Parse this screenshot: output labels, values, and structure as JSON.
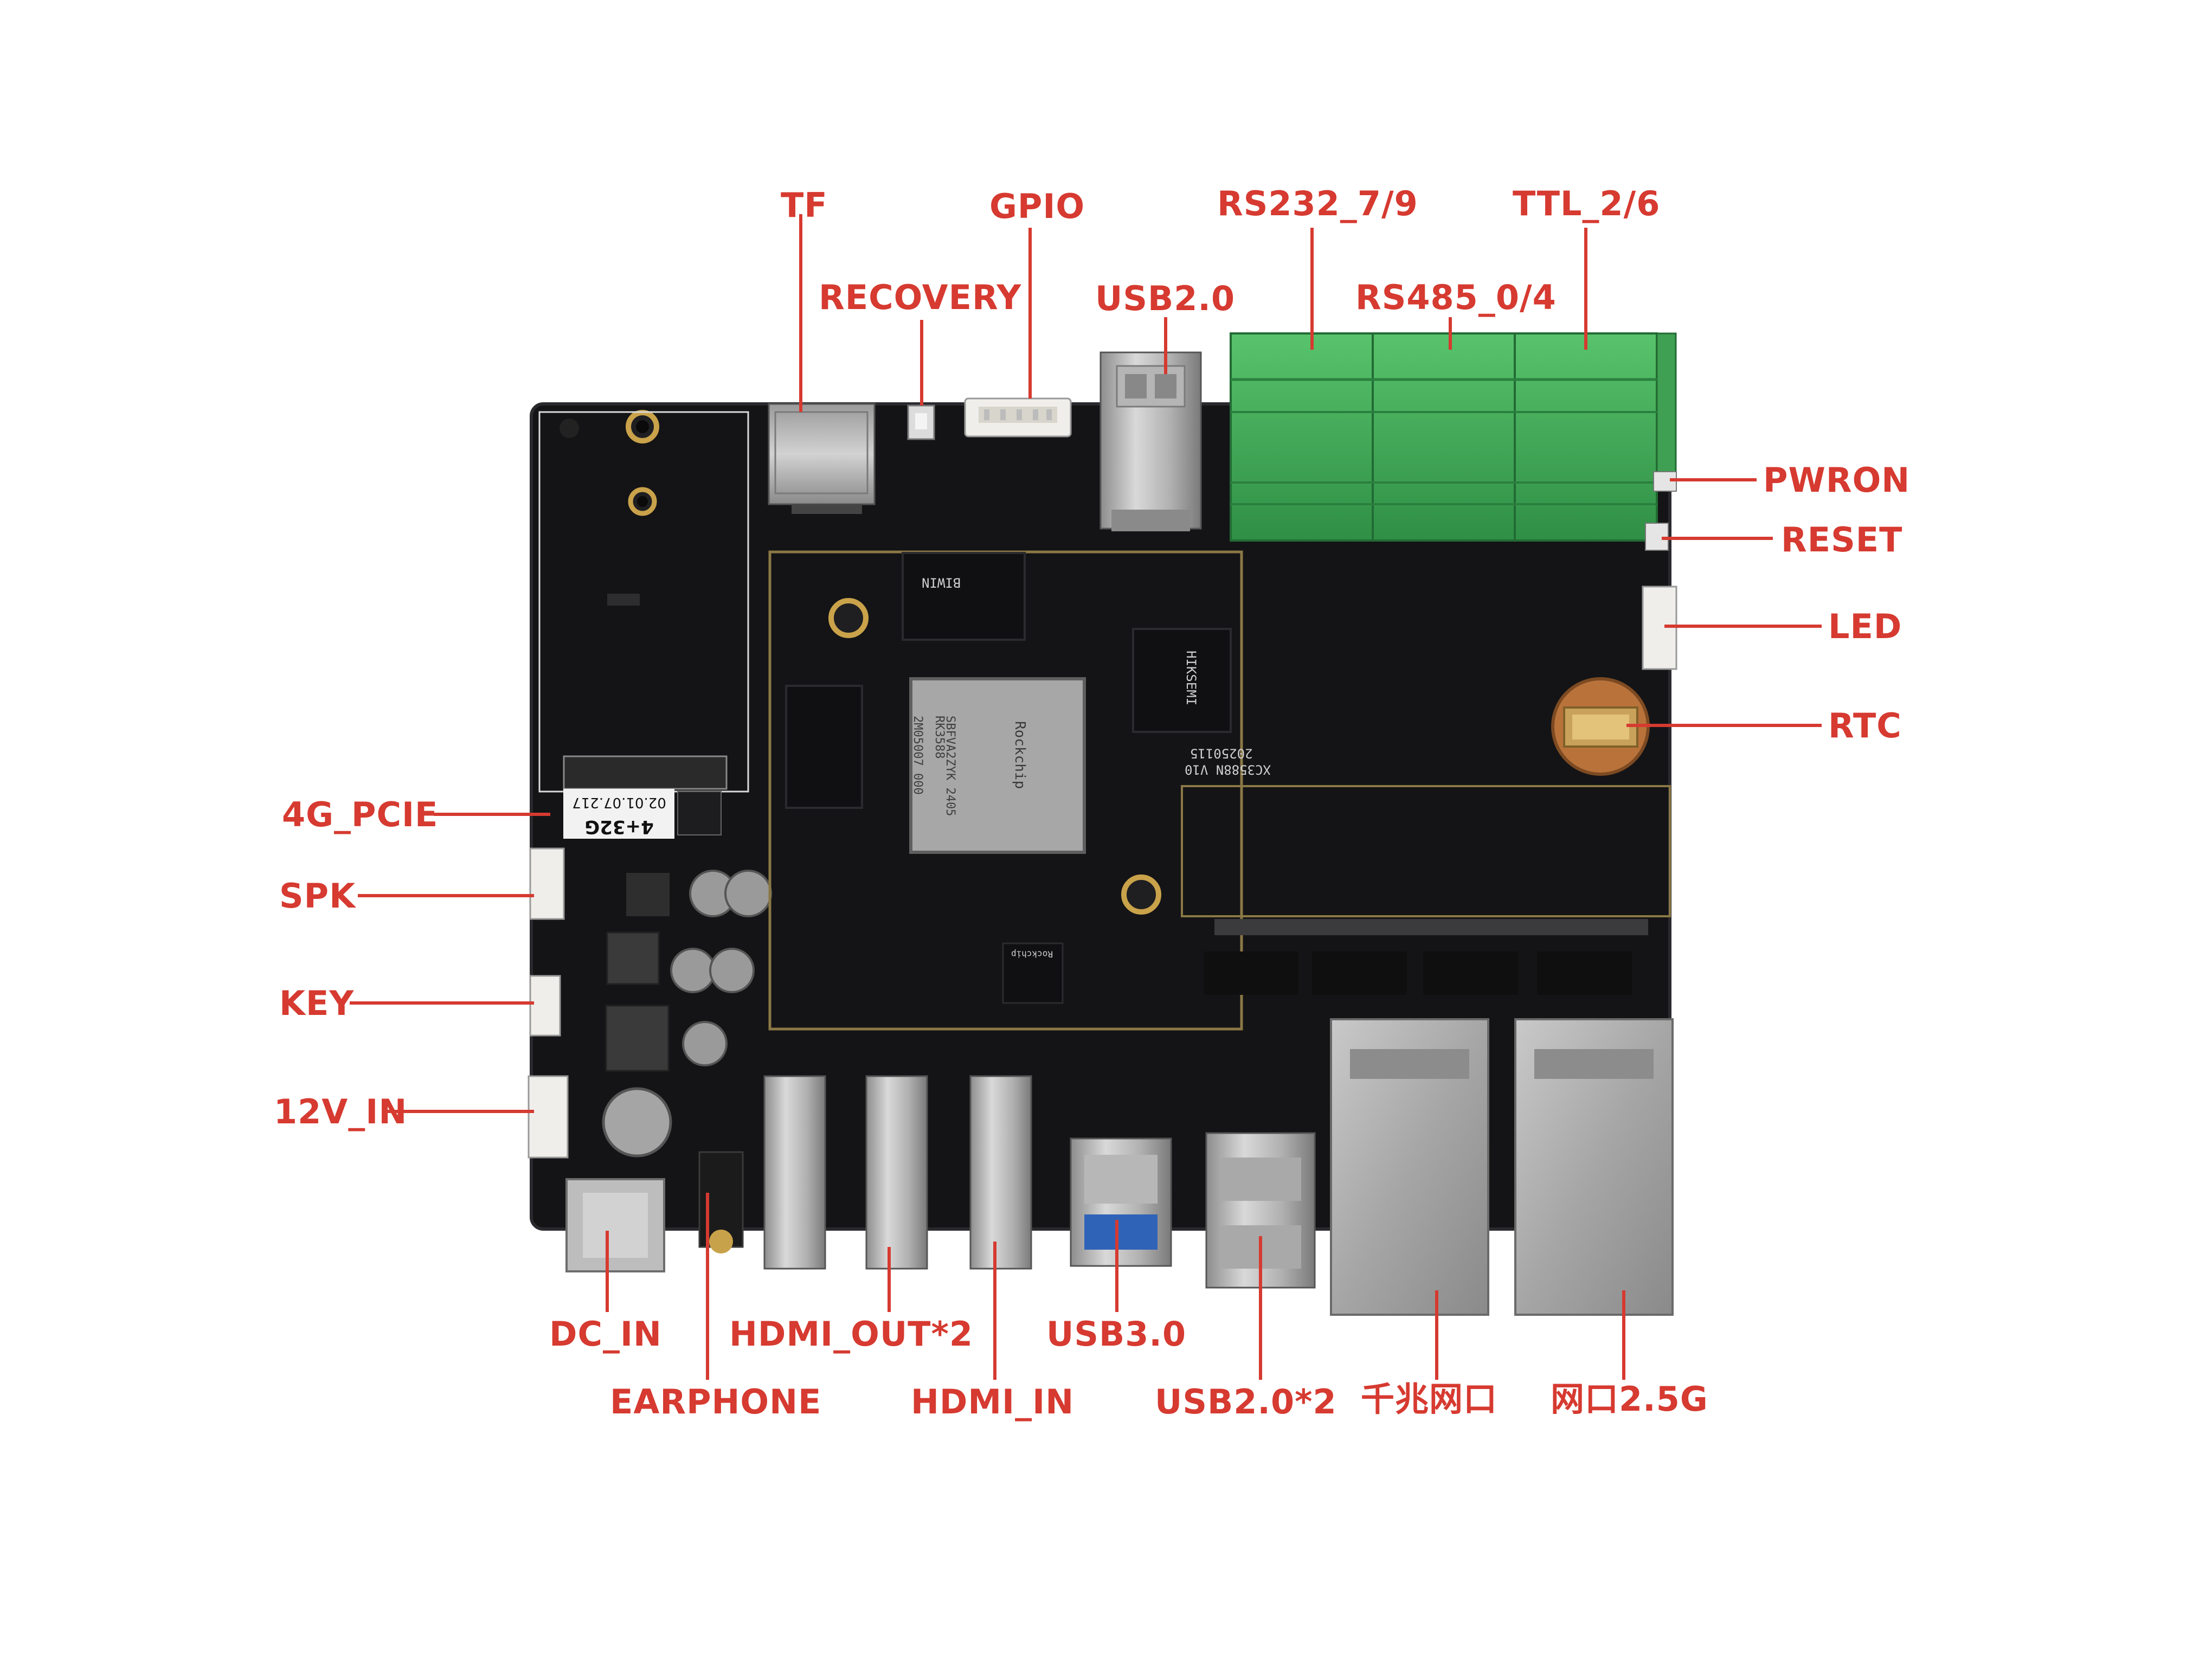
{
  "labels": {
    "tf": "TF",
    "gpio": "GPIO",
    "rs232": "RS232_7/9",
    "ttl": "TTL_2/6",
    "recovery": "RECOVERY",
    "usb20_top": "USB2.0",
    "rs485": "RS485_0/4",
    "pwron": "PWRON",
    "reset": "RESET",
    "led": "LED",
    "rtc": "RTC",
    "pcie4g": "4G_PCIE",
    "spk": "SPK",
    "key": "KEY",
    "v12in": "12V_IN",
    "dcin": "DC_IN",
    "hdmi_out": "HDMI_OUT*2",
    "usb30": "USB3.0",
    "earphone": "EARPHONE",
    "hdmi_in": "HDMI_IN",
    "usb20x2": "USB2.0*2",
    "gigabit_port": "千兆网口",
    "port_25g": "网口2.5G"
  },
  "board": {
    "model": "XC3588N V10",
    "date": "20250115",
    "soc_brand": "Rockchip",
    "soc_lines": [
      "RK3588",
      "SBFVA2ZYK 2405",
      "2M05007 000"
    ],
    "pcie_sticker": [
      "4+32G",
      "02.01.07.217"
    ],
    "mem_brand": "BIWIN",
    "hikvision": "HIKSEMI",
    "pmic_brand": "Rockchip"
  },
  "colors": {
    "board": "#141416",
    "terminal_green": "#3daa55",
    "label_red": "#d63a30",
    "metal": "#b9b9b9",
    "gold_trace": "#7c6a3d"
  }
}
